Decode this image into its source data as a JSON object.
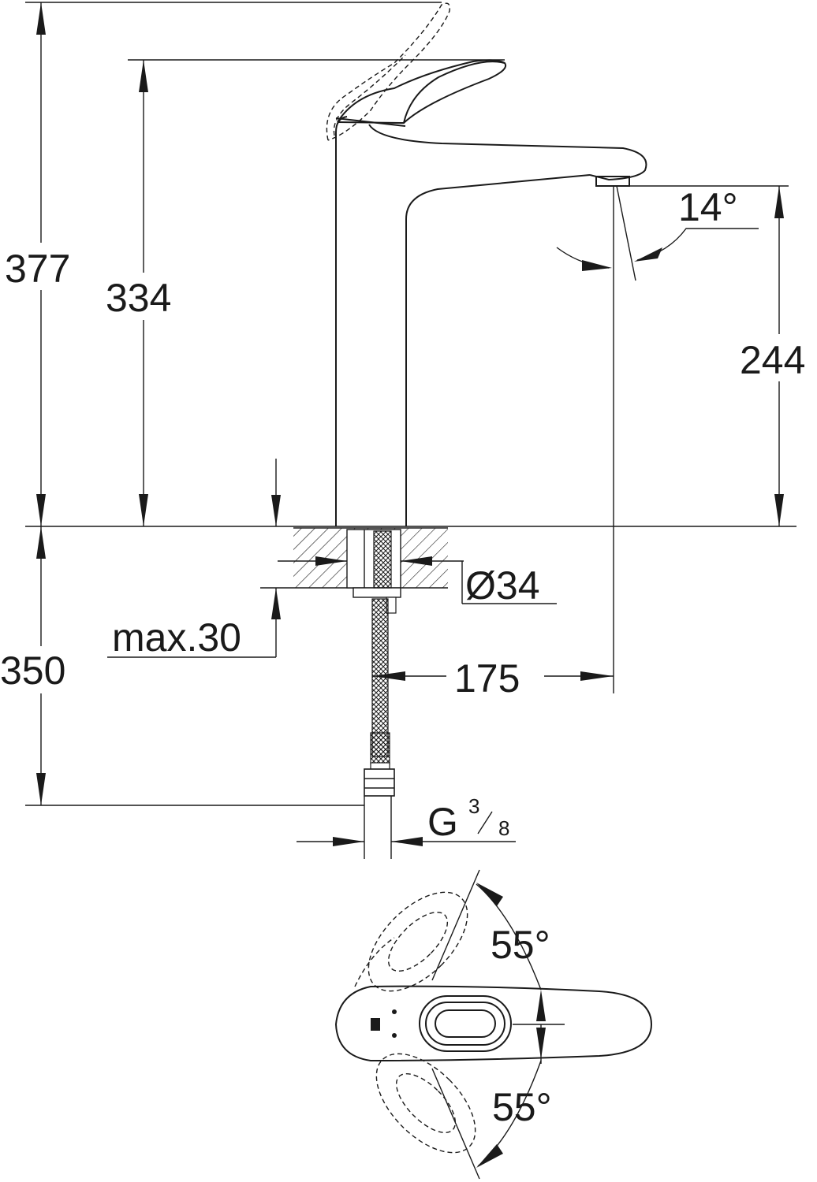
{
  "dimensions": {
    "total_height": "377",
    "handle_height": "334",
    "spout_height": "244",
    "below_deck": "350",
    "hole_diameter": "Ø34",
    "max_deck_thickness": "max.30",
    "spout_reach": "175",
    "spout_angle": "14°",
    "connection_thread": "G",
    "connection_fraction_num": "3",
    "connection_fraction_den": "8",
    "lever_rotation_left": "55°",
    "lever_rotation_right": "55°"
  }
}
